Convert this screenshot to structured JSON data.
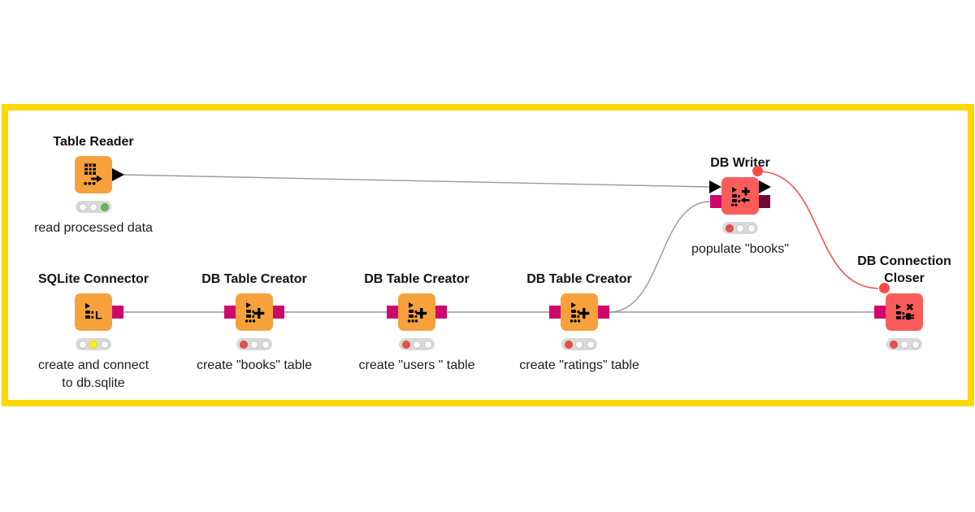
{
  "app": "KNIME workflow canvas",
  "colors": {
    "annotation_border": "#FFD800",
    "node_orange": "#F7A13D",
    "node_red": "#FA5B5B",
    "db_port_magenta": "#CE076C",
    "db_port_dark": "#6E0A3E",
    "flow_variable_red": "#F94B47",
    "connection_gray": "#999999",
    "light_red": "#E0524E",
    "light_yellow": "#F4F11F",
    "light_green": "#66B757"
  },
  "nodes": [
    {
      "id": "table-reader",
      "title": "Table Reader",
      "caption": "read processed data",
      "icon": "table-arrow-icon",
      "traffic_light": "green"
    },
    {
      "id": "sqlite-connector",
      "title": "SQLite Connector",
      "caption_line1": "create and connect",
      "caption_line2": "to db.sqlite",
      "icon": "db-stack-l-icon",
      "traffic_light": "yellow"
    },
    {
      "id": "db-table-creator-books",
      "title": "DB Table Creator",
      "caption": "create \"books\" table",
      "icon": "db-stack-plus-icon",
      "traffic_light": "red"
    },
    {
      "id": "db-table-creator-users",
      "title": "DB Table Creator",
      "caption": "create \"users \" table",
      "icon": "db-stack-plus-icon",
      "traffic_light": "red"
    },
    {
      "id": "db-table-creator-ratings",
      "title": "DB Table Creator",
      "caption": "create \"ratings\" table",
      "icon": "db-stack-plus-icon",
      "traffic_light": "red"
    },
    {
      "id": "db-writer",
      "title": "DB Writer",
      "caption": "populate \"books\"",
      "icon": "db-stack-write-icon",
      "traffic_light": "red"
    },
    {
      "id": "db-connection-closer",
      "title_line1": "DB Connection",
      "title_line2": "Closer",
      "icon": "db-stack-close-icon",
      "traffic_light": "red"
    }
  ],
  "edges": [
    {
      "from": "table-reader",
      "to": "db-writer",
      "type": "data"
    },
    {
      "from": "sqlite-connector",
      "to": "db-table-creator-books",
      "type": "db-connection"
    },
    {
      "from": "db-table-creator-books",
      "to": "db-table-creator-users",
      "type": "db-connection"
    },
    {
      "from": "db-table-creator-users",
      "to": "db-table-creator-ratings",
      "type": "db-connection"
    },
    {
      "from": "db-table-creator-ratings",
      "to": "db-writer",
      "type": "db-connection"
    },
    {
      "from": "db-table-creator-ratings",
      "to": "db-connection-closer",
      "type": "db-connection"
    },
    {
      "from": "db-writer",
      "to": "db-connection-closer",
      "type": "flow-variable"
    }
  ]
}
